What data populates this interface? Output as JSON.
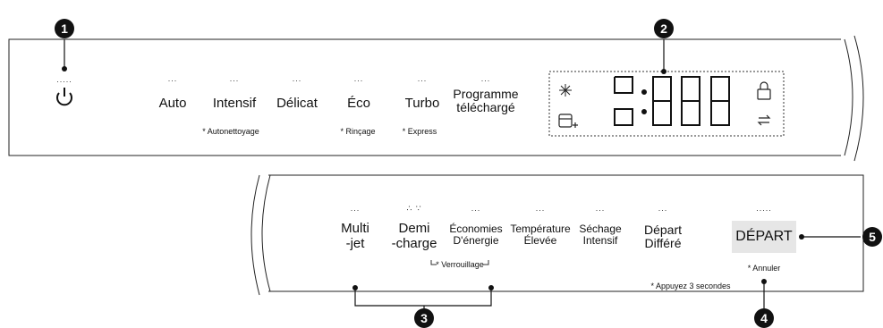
{
  "badges": [
    "1",
    "2",
    "3",
    "4",
    "5"
  ],
  "top_panel": {
    "power_icon": "power-icon",
    "programs": [
      {
        "label": "Auto",
        "sub": ""
      },
      {
        "label": "Intensif",
        "sub": "* Autonettoyage"
      },
      {
        "label": "Délicat",
        "sub": ""
      },
      {
        "label": "Éco",
        "sub": "* Rinçage"
      },
      {
        "label": "Turbo",
        "sub": "* Express"
      },
      {
        "label": "Programme\ntéléchargé",
        "sub": ""
      }
    ],
    "display_top": "8:88",
    "display_bottom": "8:88",
    "display_icons": [
      "sparkle-icon",
      "rinse-aid-icon",
      "lock-icon",
      "wifi-icon"
    ]
  },
  "bottom_panel": {
    "options": [
      {
        "label": "Multi\n-jet"
      },
      {
        "label": "Demi\n-charge"
      },
      {
        "label": "Économies\nD'énergie"
      },
      {
        "label": "Température\nÉlevée"
      },
      {
        "label": "Séchage\nIntensif"
      },
      {
        "label": "Départ\nDifféré"
      }
    ],
    "lock_note": "* Verrouillage",
    "start_label": "DÉPART",
    "cancel_note": "* Annuler",
    "hold_note": "* Appuyez 3 secondes"
  }
}
